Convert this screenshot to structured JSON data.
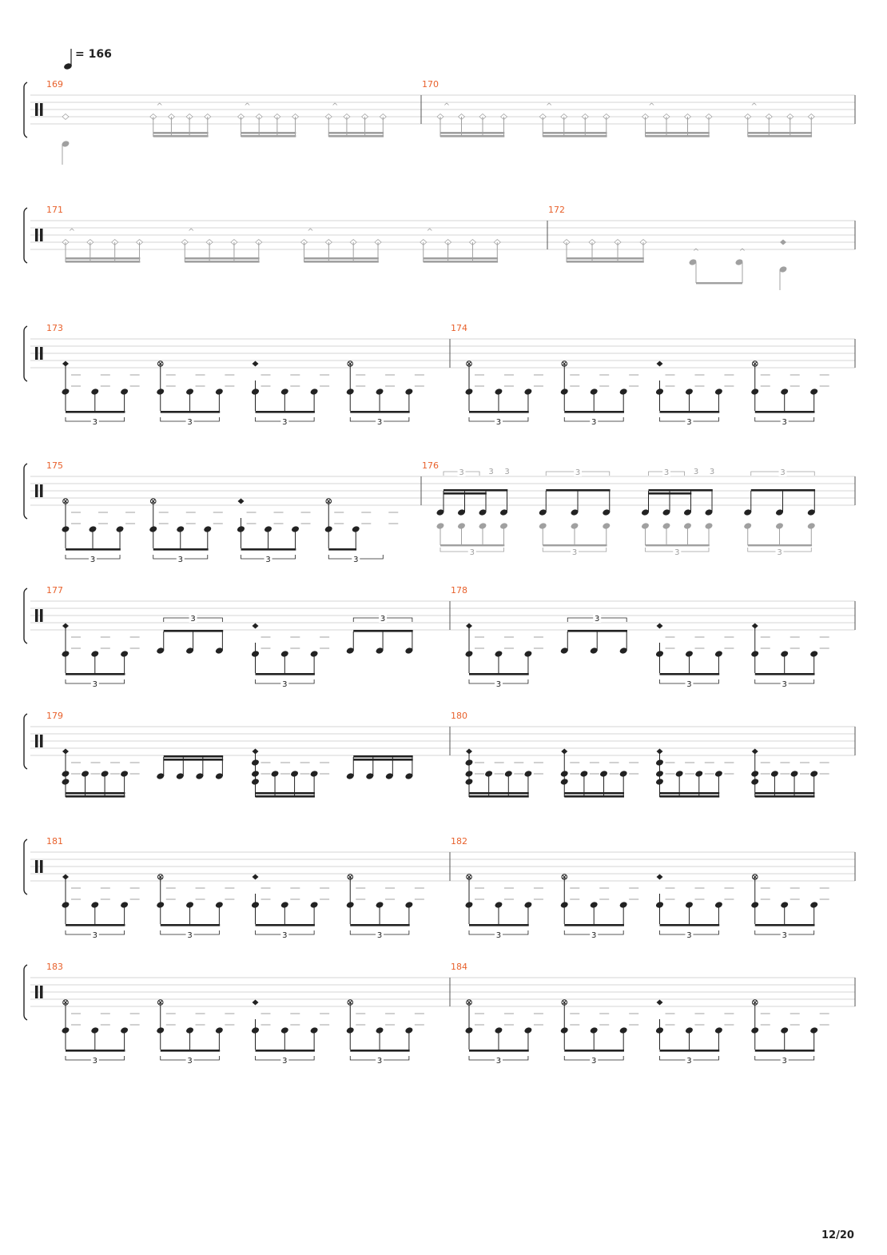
{
  "tempo": {
    "bpm_label": "= 166",
    "bpm": 166,
    "note_value": "quarter"
  },
  "page": {
    "label": "12/20"
  },
  "colors": {
    "measure_number": "#e8612c",
    "notes": "#222222",
    "ghost": "#a0a0a0",
    "staff_line": "#c8c8c8"
  },
  "systems": [
    {
      "measures": [
        {
          "number": "169",
          "style": "ghost",
          "groups": [
            {
              "kind": "single",
              "notes": [
                "hihat",
                "bass"
              ]
            },
            {
              "kind": "sixteenths",
              "accent": true,
              "top": "hihat"
            },
            {
              "kind": "sixteenths",
              "accent": true,
              "top": "hihat"
            },
            {
              "kind": "sixteenths",
              "accent": true,
              "top": "hihat"
            }
          ]
        },
        {
          "number": "170",
          "style": "ghost",
          "groups": [
            {
              "kind": "sixteenths",
              "accent": true,
              "top": "hihat"
            },
            {
              "kind": "sixteenths",
              "accent": true,
              "top": "hihat"
            },
            {
              "kind": "sixteenths",
              "accent": true,
              "top": "hihat"
            },
            {
              "kind": "sixteenths",
              "accent": true,
              "top": "hihat"
            }
          ]
        }
      ]
    },
    {
      "measures": [
        {
          "number": "171",
          "style": "ghost",
          "groups": [
            {
              "kind": "sixteenths",
              "accent": true,
              "top": "hihat"
            },
            {
              "kind": "sixteenths",
              "accent": true,
              "top": "hihat"
            },
            {
              "kind": "sixteenths",
              "accent": true,
              "top": "hihat"
            },
            {
              "kind": "sixteenths",
              "accent": true,
              "top": "hihat"
            }
          ]
        },
        {
          "number": "172",
          "style": "ghost",
          "groups": [
            {
              "kind": "sixteenths",
              "accent": false,
              "top": "hihat"
            },
            {
              "kind": "low-eighths",
              "accent": true
            },
            {
              "kind": "single",
              "notes": [
                "ride",
                "bass"
              ]
            }
          ]
        }
      ]
    },
    {
      "measures": [
        {
          "number": "173",
          "style": "normal",
          "groups": [
            {
              "kind": "triplet",
              "top": "crash",
              "label": "3"
            },
            {
              "kind": "triplet",
              "top": "cymbal-x",
              "label": "3"
            },
            {
              "kind": "triplet",
              "top": "snare",
              "label": "3"
            },
            {
              "kind": "triplet",
              "top": "cymbal-x",
              "label": "3"
            }
          ]
        },
        {
          "number": "174",
          "style": "normal",
          "groups": [
            {
              "kind": "triplet",
              "top": "cymbal-x",
              "label": "3"
            },
            {
              "kind": "triplet",
              "top": "cymbal-x",
              "label": "3"
            },
            {
              "kind": "triplet",
              "top": "snare",
              "label": "3"
            },
            {
              "kind": "triplet",
              "top": "cymbal-x",
              "label": "3"
            }
          ]
        }
      ]
    },
    {
      "measures": [
        {
          "number": "175",
          "style": "normal",
          "groups": [
            {
              "kind": "triplet",
              "top": "cymbal-x",
              "label": "3"
            },
            {
              "kind": "triplet",
              "top": "cymbal-x",
              "label": "3"
            },
            {
              "kind": "triplet",
              "top": "snare",
              "label": "3"
            },
            {
              "kind": "triplet",
              "top": "cymbal-x",
              "label": "3",
              "last_rest": true
            }
          ]
        },
        {
          "number": "176",
          "style": "ghost-fill",
          "groups": [
            {
              "kind": "fill-sixteenth",
              "label": "3"
            },
            {
              "kind": "fill-triplet",
              "label": "3"
            },
            {
              "kind": "fill-sixteenth",
              "label": "3"
            },
            {
              "kind": "fill-triplet",
              "label": "3"
            }
          ]
        }
      ]
    },
    {
      "measures": [
        {
          "number": "177",
          "style": "normal",
          "groups": [
            {
              "kind": "triplet",
              "top": "crash",
              "label": "3"
            },
            {
              "kind": "tom-triplet",
              "label": "3"
            },
            {
              "kind": "triplet",
              "top": "snare",
              "label": "3"
            },
            {
              "kind": "tom-triplet",
              "label": "3"
            }
          ]
        },
        {
          "number": "178",
          "style": "normal",
          "groups": [
            {
              "kind": "triplet",
              "top": "crash",
              "label": "3"
            },
            {
              "kind": "tom-triplet",
              "label": "3"
            },
            {
              "kind": "triplet",
              "top": "snare",
              "label": "3"
            },
            {
              "kind": "triplet",
              "top": "crash",
              "label": "3"
            }
          ]
        }
      ]
    },
    {
      "measures": [
        {
          "number": "179",
          "style": "normal",
          "groups": [
            {
              "kind": "sixteenth-group",
              "top": "crash"
            },
            {
              "kind": "tom-sixteenths"
            },
            {
              "kind": "sixteenth-group",
              "top": "snare"
            },
            {
              "kind": "tom-sixteenths"
            }
          ]
        },
        {
          "number": "180",
          "style": "normal",
          "groups": [
            {
              "kind": "sixteenth-group",
              "top": "snare"
            },
            {
              "kind": "sixteenth-group",
              "top": "crash"
            },
            {
              "kind": "sixteenth-group",
              "top": "snare"
            },
            {
              "kind": "sixteenth-group",
              "top": "crash"
            }
          ]
        }
      ]
    },
    {
      "measures": [
        {
          "number": "181",
          "style": "normal",
          "groups": [
            {
              "kind": "triplet",
              "top": "crash",
              "label": "3"
            },
            {
              "kind": "triplet",
              "top": "cymbal-x",
              "label": "3"
            },
            {
              "kind": "triplet",
              "top": "snare",
              "label": "3"
            },
            {
              "kind": "triplet",
              "top": "cymbal-x",
              "label": "3"
            }
          ]
        },
        {
          "number": "182",
          "style": "normal",
          "groups": [
            {
              "kind": "triplet",
              "top": "cymbal-x",
              "label": "3"
            },
            {
              "kind": "triplet",
              "top": "cymbal-x",
              "label": "3"
            },
            {
              "kind": "triplet",
              "top": "snare",
              "label": "3"
            },
            {
              "kind": "triplet",
              "top": "cymbal-x",
              "label": "3"
            }
          ]
        }
      ]
    },
    {
      "measures": [
        {
          "number": "183",
          "style": "normal",
          "groups": [
            {
              "kind": "triplet",
              "top": "cymbal-x",
              "label": "3"
            },
            {
              "kind": "triplet",
              "top": "cymbal-x",
              "label": "3"
            },
            {
              "kind": "triplet",
              "top": "snare",
              "label": "3"
            },
            {
              "kind": "triplet",
              "top": "cymbal-x",
              "label": "3"
            }
          ]
        },
        {
          "number": "184",
          "style": "normal",
          "groups": [
            {
              "kind": "triplet",
              "top": "cymbal-x",
              "label": "3"
            },
            {
              "kind": "triplet",
              "top": "cymbal-x",
              "label": "3"
            },
            {
              "kind": "triplet",
              "top": "snare",
              "label": "3"
            },
            {
              "kind": "triplet",
              "top": "cymbal-x",
              "label": "3"
            }
          ]
        }
      ]
    }
  ]
}
